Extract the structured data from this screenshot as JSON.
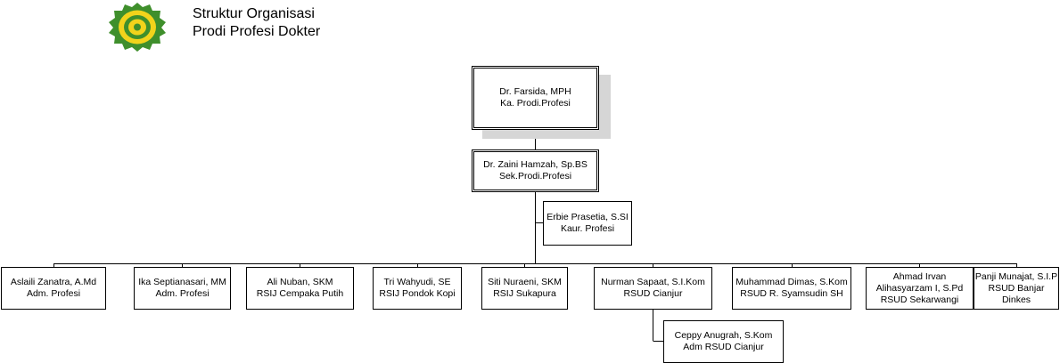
{
  "header": {
    "title_line1": "Struktur Organisasi",
    "title_line2": "Prodi Profesi Dokter"
  },
  "colors": {
    "logo_green": "#3f8f2c",
    "logo_yellow": "#f2d31b",
    "shadow": "#d6d6d6"
  },
  "logo": {
    "icon": "university-seal-icon"
  },
  "head": {
    "name": "Dr. Farsida, MPH",
    "role": "Ka. Prodi.Profesi"
  },
  "secretary": {
    "name": "Dr. Zaini Hamzah, Sp.BS",
    "role": "Sek.Prodi.Profesi"
  },
  "staff": {
    "name": "Erbie Prasetia, S.SI",
    "role": "Kaur. Profesi"
  },
  "members": [
    {
      "name": "Aslaili Zanatra, A.Md",
      "role": "Adm. Profesi"
    },
    {
      "name": "Ika Septianasari, MM",
      "role": "Adm. Profesi"
    },
    {
      "name": "Ali Nuban, SKM",
      "role": "RSIJ Cempaka Putih"
    },
    {
      "name": "Tri Wahyudi, SE",
      "role": "RSIJ Pondok Kopi"
    },
    {
      "name": "Siti Nuraeni, SKM",
      "role": "RSIJ Sukapura"
    },
    {
      "name": "Nurman Sapaat, S.I.Kom",
      "role": "RSUD Cianjur"
    },
    {
      "name": "Muhammad Dimas, S.Kom",
      "role": "RSUD R. Syamsudin SH"
    },
    {
      "name": "Ahmad Irvan Alihasyarzam I, S.Pd",
      "role": "RSUD Sekarwangi"
    },
    {
      "name": "Panji Munajat, S.I.P",
      "role": "RSUD Banjar Dinkes"
    }
  ],
  "sub_member": {
    "name": "Ceppy Anugrah, S.Kom",
    "role": "Adm RSUD Cianjur"
  }
}
